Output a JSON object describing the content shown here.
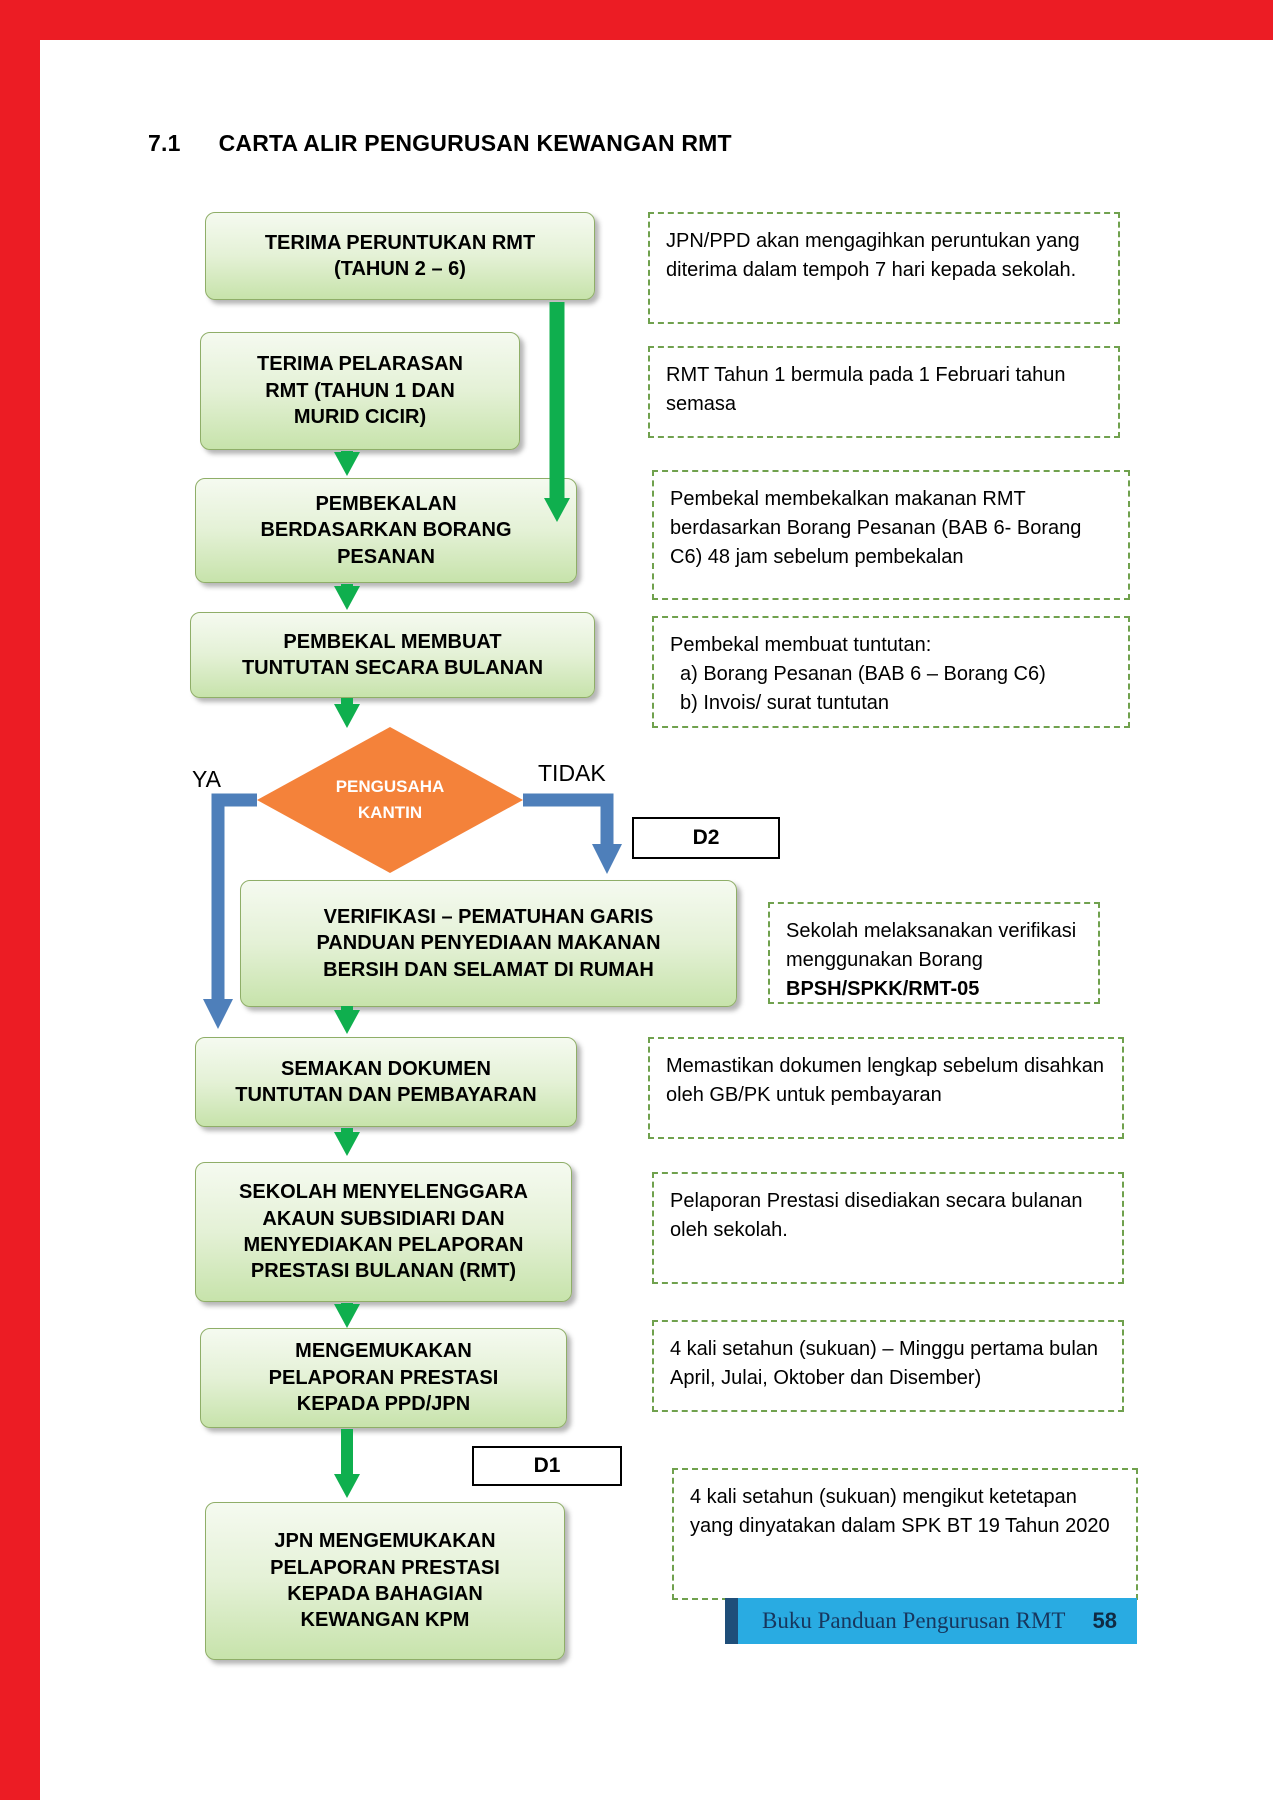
{
  "page": {
    "heading_number": "7.1",
    "heading_title": "CARTA ALIR PENGURUSAN KEWANGAN RMT",
    "footer": {
      "label": "Buku Panduan Pengurusan RMT",
      "page_number": "58"
    }
  },
  "colors": {
    "page_border_red": "#ec1c24",
    "flow_box_green": "#c7e3ab",
    "arrow_green": "#0faf4e",
    "arrow_blue": "#4e7fba",
    "decision_orange": "#f4823a",
    "note_border_green": "#70a14e",
    "footer_cyan": "#29abe2",
    "footer_navy": "#1f4e79"
  },
  "flowchart": {
    "steps": [
      {
        "id": "terima-peruntukan-rmt",
        "text": "TERIMA PERUNTUKAN RMT\n(TAHUN 2 – 6)"
      },
      {
        "id": "terima-pelarasan-rmt",
        "text": "TERIMA PELARASAN\nRMT (TAHUN 1 DAN\nMURID CICIR)"
      },
      {
        "id": "pembekalan-borang-pesanan",
        "text": "PEMBEKALAN\nBERDASARKAN BORANG\nPESANAN"
      },
      {
        "id": "pembekal-membuat-tuntutan",
        "text": "PEMBEKAL MEMBUAT\nTUNTUTAN SECARA BULANAN"
      },
      {
        "id": "verifikasi-pematuhan",
        "text": "VERIFIKASI – PEMATUHAN GARIS\nPANDUAN PENYEDIAAN MAKANAN\nBERSIH DAN SELAMAT DI RUMAH"
      },
      {
        "id": "semakan-dokumen",
        "text": "SEMAKAN DOKUMEN\nTUNTUTAN DAN PEMBAYARAN"
      },
      {
        "id": "sekolah-menyelenggara",
        "text": "SEKOLAH MENYELENGGARA\nAKAUN SUBSIDIARI DAN\nMENYEDIAKAN PELAPORAN\nPRESTASI BULANAN (RMT)"
      },
      {
        "id": "mengemukakan-pelaporan",
        "text": "MENGEMUKAKAN\nPELAPORAN PRESTASI\nKEPADA PPD/JPN"
      },
      {
        "id": "jpn-mengemukakan",
        "text": "JPN MENGEMUKAKAN\nPELAPORAN PRESTASI\nKEPADA BAHAGIAN\nKEWANGAN KPM"
      }
    ],
    "decision": {
      "text": "PENGUSAHA\nKANTIN",
      "branch_yes": "YA",
      "branch_no": "TIDAK"
    },
    "connectors": {
      "d1": "D1",
      "d2": "D2"
    }
  },
  "annotations": [
    {
      "text": "JPN/PPD akan mengagihkan peruntukan yang diterima dalam tempoh 7 hari kepada sekolah."
    },
    {
      "text": "RMT Tahun 1  bermula pada 1 Februari tahun semasa"
    },
    {
      "text": "Pembekal  membekalkan makanan RMT berdasarkan Borang Pesanan (BAB 6- Borang C6) 48 jam sebelum pembekalan"
    },
    {
      "lines": [
        "Pembekal membuat tuntutan:",
        "a) Borang Pesanan (BAB 6 – Borang C6)",
        "b) Invois/ surat tuntutan"
      ]
    },
    {
      "text": "Sekolah melaksanakan verifikasi menggunakan Borang ",
      "bold": "BPSH/SPKK/RMT-05"
    },
    {
      "text": "Memastikan dokumen lengkap sebelum disahkan oleh GB/PK untuk pembayaran"
    },
    {
      "text": "Pelaporan Prestasi disediakan secara bulanan oleh sekolah."
    },
    {
      "text": "4 kali setahun (sukuan) – Minggu pertama bulan April, Julai,  Oktober dan Disember)"
    },
    {
      "text": "4 kali setahun (sukuan) mengikut ketetapan yang dinyatakan dalam SPK BT 19 Tahun 2020"
    }
  ]
}
